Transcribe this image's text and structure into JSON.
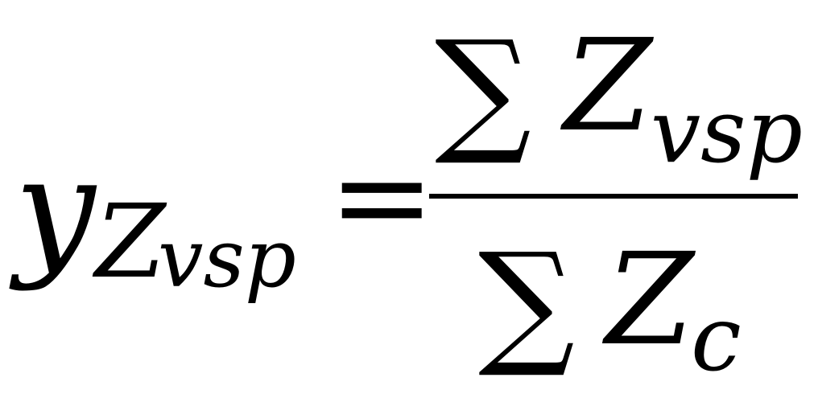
{
  "formula": {
    "lhs": {
      "variable": "y",
      "sub_variable": "Z",
      "sub_sub": "vsp"
    },
    "equals": "=",
    "numerator": {
      "sum_symbol": "∑",
      "variable": "Z",
      "subscript": "vsp"
    },
    "denominator": {
      "sum_symbol": "∑",
      "variable": "Z",
      "subscript": "c"
    }
  }
}
